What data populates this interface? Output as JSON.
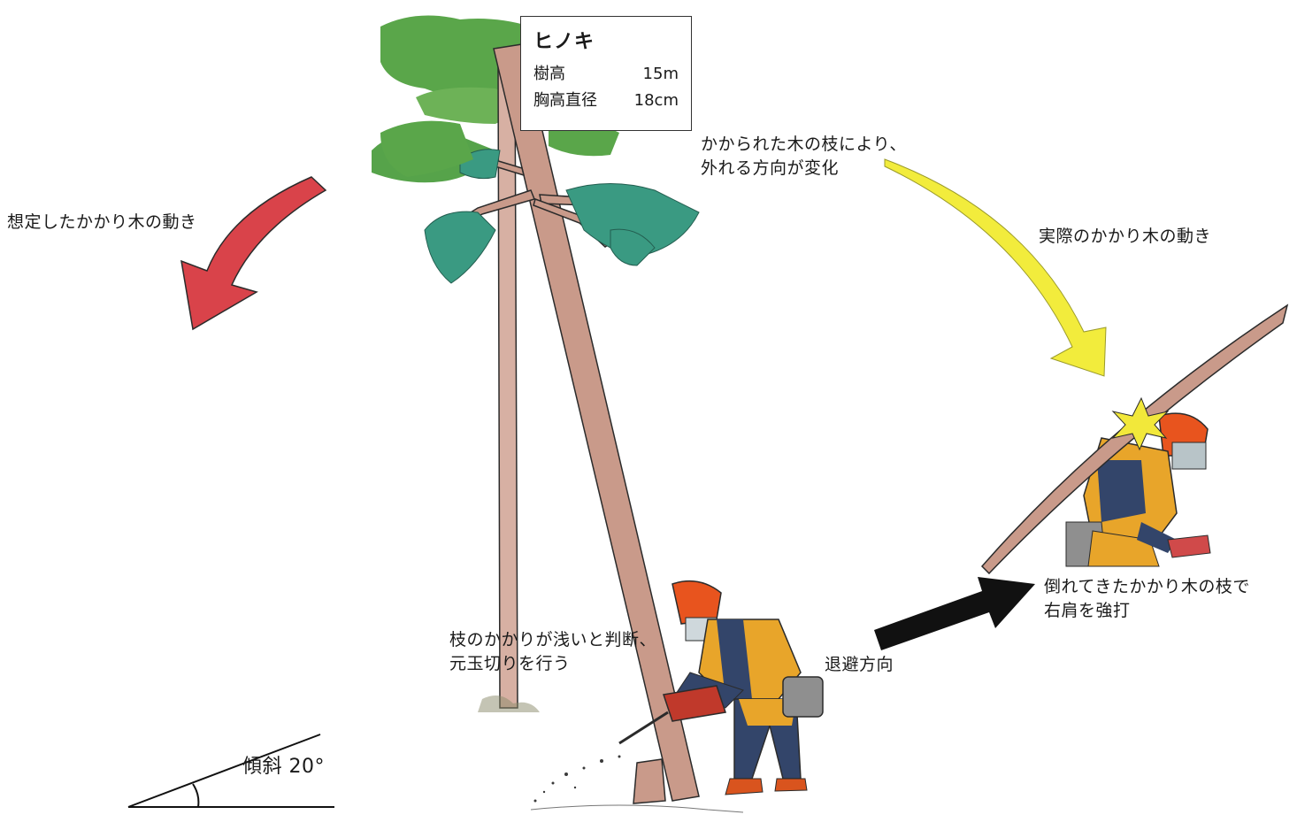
{
  "info_box": {
    "species": "ヒノキ",
    "height_label": "樹高",
    "height_value": "15m",
    "dbh_label": "胸高直径",
    "dbh_value": "18cm"
  },
  "labels": {
    "expected_motion": "想定したかかり木の動き",
    "branch_change_line1": "かかられた木の枝により、",
    "branch_change_line2": "外れる方向が変化",
    "actual_motion": "実際のかかり木の動き",
    "judgment_line1": "枝のかかりが浅いと判断、",
    "judgment_line2": "元玉切りを行う",
    "escape_direction": "退避方向",
    "injury_line1": "倒れてきたかかり木の枝で",
    "injury_line2": "右肩を強打",
    "slope": "傾斜 20°"
  },
  "colors": {
    "expected_arrow": "#d9434a",
    "actual_arrow": "#f2ec3c",
    "escape_arrow": "#111111",
    "foliage_light": "#5aa64a",
    "foliage_teal": "#3a9a82",
    "trunk": "#c99a8a",
    "helmet": "#e8541e",
    "jacket_orange": "#e8a52a",
    "jacket_navy": "#33456a"
  },
  "icons": [
    "curved-red-arrow-icon",
    "curved-yellow-arrow-icon",
    "black-arrow-icon",
    "impact-star-icon",
    "slope-angle-icon"
  ]
}
